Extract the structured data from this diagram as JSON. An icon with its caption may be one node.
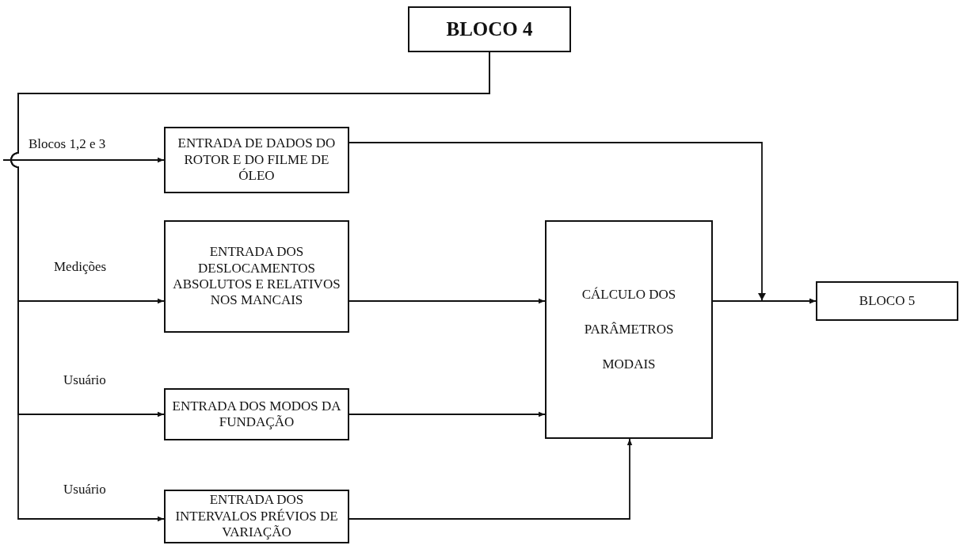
{
  "diagram": {
    "nodes": [
      {
        "text": [
          "BLOCO 4"
        ]
      },
      {
        "text": [
          "ENTRADA DE DADOS DO ROTOR E DO FILME DE ÓLEO"
        ]
      },
      {
        "text": [
          "ENTRADA DOS DESLOCAMENTOS ABSOLUTOS E RELATIVOS NOS MANCAIS"
        ]
      },
      {
        "text": [
          "CÁLCULO DOS PARÂMETROS MODAIS"
        ]
      },
      {
        "text": [
          "BLOCO 5"
        ]
      },
      {
        "text": [
          "ENTRADA DOS MODOS DA FUNDAÇÃO"
        ]
      },
      {
        "text": [
          "ENTRADA DOS INTERVALOS PRÉVIOS DE VARIAÇÃO"
        ]
      }
    ],
    "edges": [
      {
        "from": null,
        "to": 1,
        "arrow": "to",
        "label": "Blocos 1,2 e 3"
      },
      {
        "from": 0,
        "to": 2,
        "arrow": "to",
        "label": "Medições"
      },
      {
        "from": 0,
        "to": 5,
        "arrow": "to",
        "label": "Usuário"
      },
      {
        "from": 0,
        "to": 6,
        "arrow": "to",
        "label": "Usuário"
      },
      {
        "from": 1,
        "to": 4,
        "arrow": "to"
      },
      {
        "from": 2,
        "to": 3,
        "arrow": "to"
      },
      {
        "from": 5,
        "to": 3,
        "arrow": "to"
      },
      {
        "from": 6,
        "to": 3,
        "arrow": "to"
      },
      {
        "from": 3,
        "to": 4,
        "arrow": "to"
      }
    ]
  }
}
